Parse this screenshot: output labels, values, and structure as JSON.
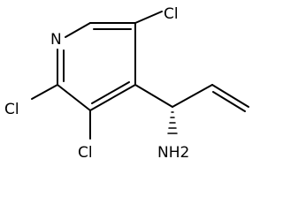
{
  "colors": {
    "bond": "#000000",
    "label": "#000000",
    "background": "#ffffff"
  },
  "atoms": {
    "ring_nitrogen": "N",
    "chlorine_top": "Cl",
    "chlorine_left": "Cl",
    "chlorine_bottom": "Cl",
    "amine": "NH2"
  }
}
